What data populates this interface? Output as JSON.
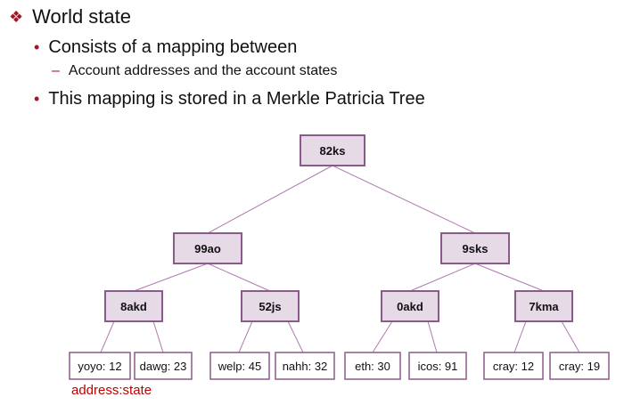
{
  "slide": {
    "heading": "World state",
    "bullet1": "Consists of a mapping between",
    "sub1": "Account addresses and the account states",
    "bullet2": "This mapping is stored in a Merkle Patricia Tree",
    "bullet_symbol": "•",
    "heading_symbol": "❖",
    "sub_symbol": "–"
  },
  "tree": {
    "root": "82ks",
    "level1": [
      "99ao",
      "9sks"
    ],
    "level2": [
      "8akd",
      "52js",
      "0akd",
      "7kma"
    ],
    "leaves": [
      "yoyo: 12",
      "dawg: 23",
      "welp: 45",
      "nahh: 32",
      "eth: 30",
      "icos: 91",
      "cray: 12",
      "cray: 19"
    ]
  },
  "caption": "address:state",
  "colors": {
    "accent": "#a01828",
    "node_fill": "#e6dae6",
    "node_border": "#8a5a8a",
    "edge": "#b07ab0",
    "caption": "#c00000"
  }
}
